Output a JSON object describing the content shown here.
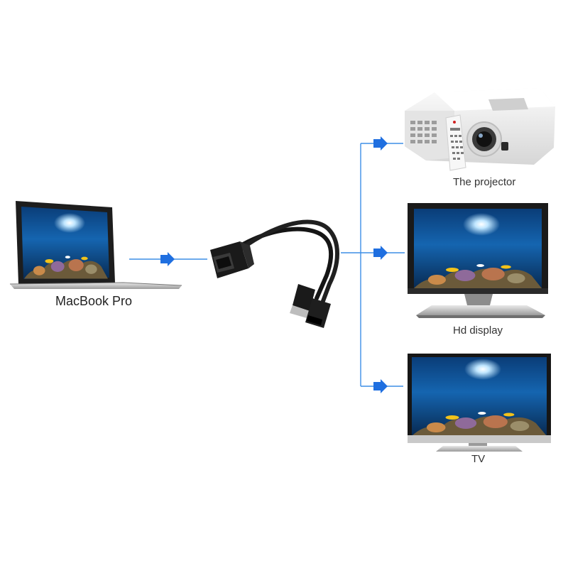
{
  "labels": {
    "macbook": "MacBook Pro",
    "projector": "The projector",
    "hd_display": "Hd display",
    "tv": "TV"
  },
  "colors": {
    "connector_line": "#3d8ee6",
    "arrow": "#1f6fe0",
    "device_body": "#1b1b1b",
    "screen_water": "#0d4a8a",
    "projector_body": "#f2f2f2"
  },
  "icons": [
    "laptop-icon",
    "otg-cable-icon",
    "projector-icon",
    "remote-icon",
    "monitor-icon",
    "tv-icon",
    "arrow-right-icon"
  ]
}
